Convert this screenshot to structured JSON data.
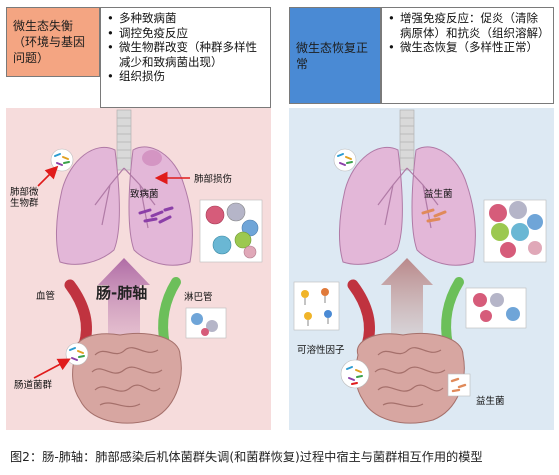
{
  "left_panel": {
    "title": "微生态失衡（环境与基因问题）",
    "bullets": [
      "多种致病菌",
      "调控免疫反应",
      "微生物群改变（种群多样性减少和致病菌出现）",
      "组织损伤"
    ],
    "labels": {
      "lung_microbiota": "肺部微生物群",
      "pathogen": "致病菌",
      "lung_damage": "肺部损伤",
      "axis": "肠-肺轴",
      "blood_vessel": "血管",
      "lymph_vessel": "淋巴管",
      "gut_flora": "肠道菌群"
    }
  },
  "right_panel": {
    "title": "微生态恢复正常",
    "bullets": [
      "增强免疫反应：促炎（清除病原体）和抗炎（组织溶解）",
      "微生态恢复（多样性正常）"
    ],
    "labels": {
      "probiotic_lung": "益生菌",
      "soluble_factor": "可溶性因子",
      "probiotic_gut": "益生菌"
    }
  },
  "caption": "图2：肠-肺轴：肺部感染后机体菌群失调(和菌群恢复)过程中宿主与菌群相互作用的模型",
  "colors": {
    "left_title_bg": "#f4a582",
    "right_title_bg": "#4a8ad4",
    "left_bg": "#f6dcdc",
    "right_bg": "#dde9f3",
    "lung": "#e3b7d8",
    "gut": "#d7a6a1",
    "red_arrow": "#e01b1b"
  }
}
